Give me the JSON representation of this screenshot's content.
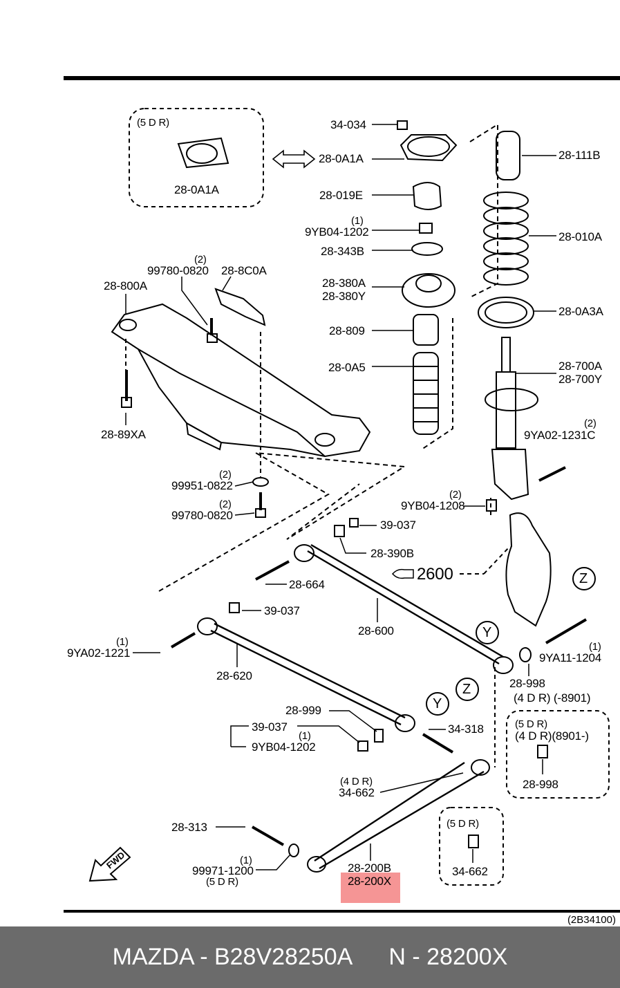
{
  "diagram": {
    "code": "(2B34100)",
    "fwd_label": "FWD",
    "labels": {
      "l_5dr_top": "(5 D R)",
      "l_280a1a_box": "28-0A1A",
      "l_34034": "34-034",
      "l_280a1a": "28-0A1A",
      "l_28111b": "28-111B",
      "l_28019e": "28-019E",
      "l_1a": "(1)",
      "l_9yb041202a": "9YB04-1202",
      "l_28010a": "28-010A",
      "l_28343b": "28-343B",
      "l_2a": "(2)",
      "l_997800820a": "99780-0820",
      "l_288c0a": "28-8C0A",
      "l_28800a": "28-800A",
      "l_28380a": "28-380A",
      "l_28380y": "28-380Y",
      "l_280a3a": "28-0A3A",
      "l_28809": "28-809",
      "l_28700a": "28-700A",
      "l_28700y": "28-700Y",
      "l_280a5": "28-0A5",
      "l_2b": "(2)",
      "l_9ya021231c": "9YA02-1231C",
      "l_2889xa": "28-89XA",
      "l_2c": "(2)",
      "l_999510822": "99951-0822",
      "l_2d": "(2)",
      "l_997800820b": "99780-0820",
      "l_2e": "(2)",
      "l_9yb041208": "9YB04-1208",
      "l_39037a": "39-037",
      "l_28390b": "28-390B",
      "l_2600": "2600",
      "l_28664": "28-664",
      "l_39037b": "39-037",
      "l_28600": "28-600",
      "l_1b": "(1)",
      "l_9ya021221": "9YA02-1221",
      "l_1c": "(1)",
      "l_9ya111204": "9YA11-1204",
      "l_28620": "28-620",
      "l_28998a": "28-998",
      "l_4dr8901": "(4 D R)  (-8901)",
      "l_28999": "28-999",
      "l_39037c": "39-037",
      "l_1d": "(1)",
      "l_9yb041202b": "9YB04-1202",
      "l_34318": "34-318",
      "l_5dr_r": "(5 D R)",
      "l_4dr_r": "(4 D R)(8901-)",
      "l_28998b": "28-998",
      "l_4dr_l": "(4 D R)",
      "l_34662a": "34-662",
      "l_28313": "28-313",
      "l_5dr_b": "(5 D R)",
      "l_1e": "(1)",
      "l_999711200": "99971-1200",
      "l_5dr_c": "(5 D R)",
      "l_28200b": "28-200B",
      "l_28200x": "28-200X",
      "l_34662b": "34-662",
      "c_z1": "Z",
      "c_y1": "Y",
      "c_z2": "Z",
      "c_y2": "Y"
    }
  },
  "footer": {
    "left": "MAZDA - B28V28250A",
    "right": "N - 28200X"
  }
}
